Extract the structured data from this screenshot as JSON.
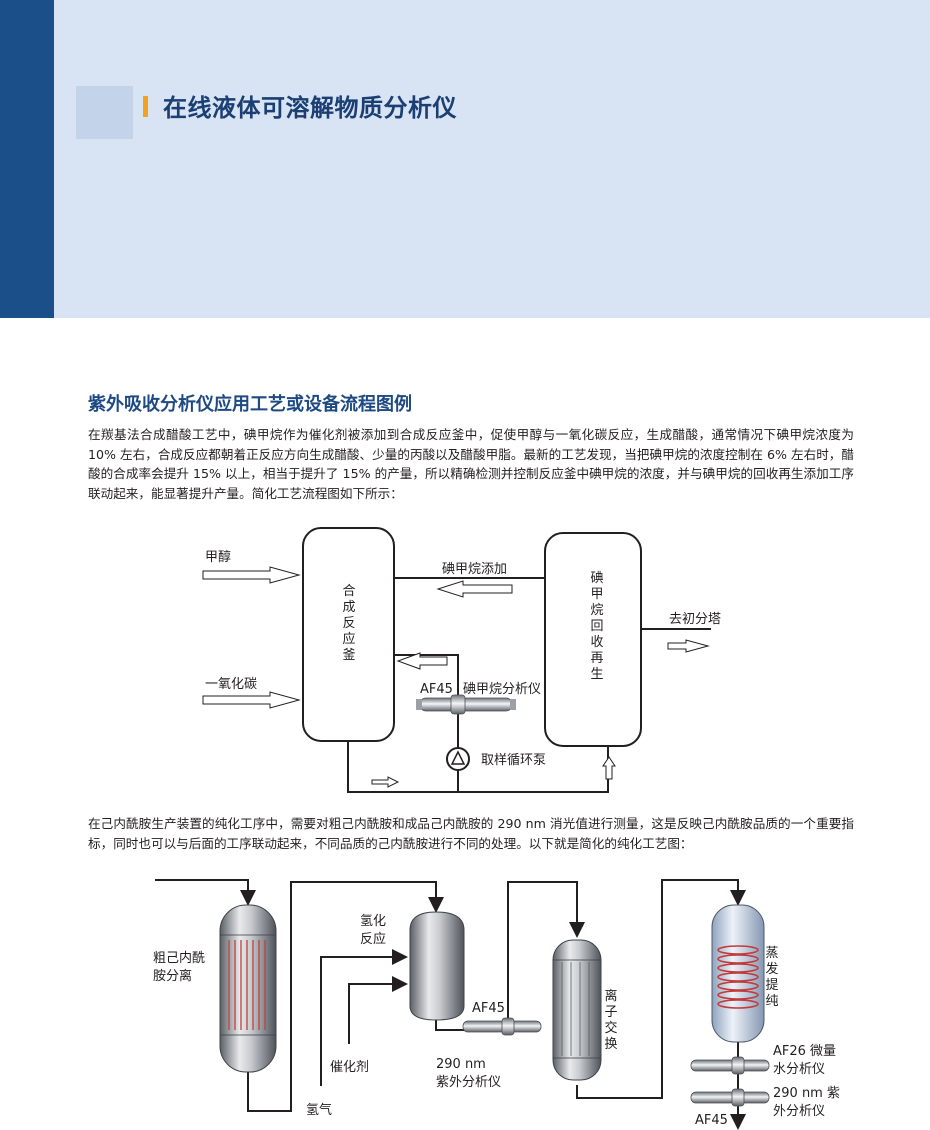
{
  "header": {
    "title": "在线液体可溶解物质分析仪"
  },
  "section": {
    "title": "紫外吸收分析仪应用工艺或设备流程图例"
  },
  "paragraph1": "在羰基法合成醋酸工艺中，碘甲烷作为催化剂被添加到合成反应釜中，促使甲醇与一氧化碳反应，生成醋酸，通常情况下碘甲烷浓度为 10% 左右，合成反应都朝着正反应方向生成醋酸、少量的丙酸以及醋酸甲脂。最新的工艺发现，当把碘甲烷的浓度控制在 6% 左右时，醋酸的合成率会提升 15% 以上，相当于提升了 15% 的产量，所以精确检测并控制反应釜中碘甲烷的浓度，并与碘甲烷的回收再生添加工序联动起来，能显著提升产量。简化工艺流程图如下所示：",
  "diagram1": {
    "methanol": "甲醇",
    "co": "一氧化碳",
    "reactor": "合成反应釜",
    "iodide_add": "碘甲烷添加",
    "recovery": "碘甲烷回收再生",
    "to_tower": "去初分塔",
    "analyzer_model": "AF45",
    "analyzer_name": "碘甲烷分析仪",
    "pump": "取样循环泵"
  },
  "paragraph2": "在己内酰胺生产装置的纯化工序中，需要对粗己内酰胺和成品己内酰胺的 290 nm 消光值进行测量，这是反映己内酰胺品质的一个重要指标，同时也可以与后面的工序联动起来，不同品质的己内酰胺进行不同的处理。以下就是简化的纯化工艺图：",
  "diagram2": {
    "crude_sep": [
      "粗己内酰",
      "胺分离"
    ],
    "hydro": [
      "氢化",
      "反应"
    ],
    "catalyst": "催化剂",
    "hydrogen": "氢气",
    "af45_a": "AF45",
    "uv_a": [
      "290 nm",
      "紫外分析仪"
    ],
    "ion_exchange": "离子交换",
    "evap": "蒸发提纯",
    "af26": [
      "AF26 微量",
      "水分析仪"
    ],
    "uv_b": [
      "290 nm 紫",
      "外分析仪"
    ],
    "af45_b": "AF45"
  },
  "colors": {
    "header_bg": "#d8e3f4",
    "header_bar": "#1b4f8a",
    "title_color": "#1b3f73",
    "accent": "#f2a21c",
    "section_title": "#1e4a83"
  }
}
